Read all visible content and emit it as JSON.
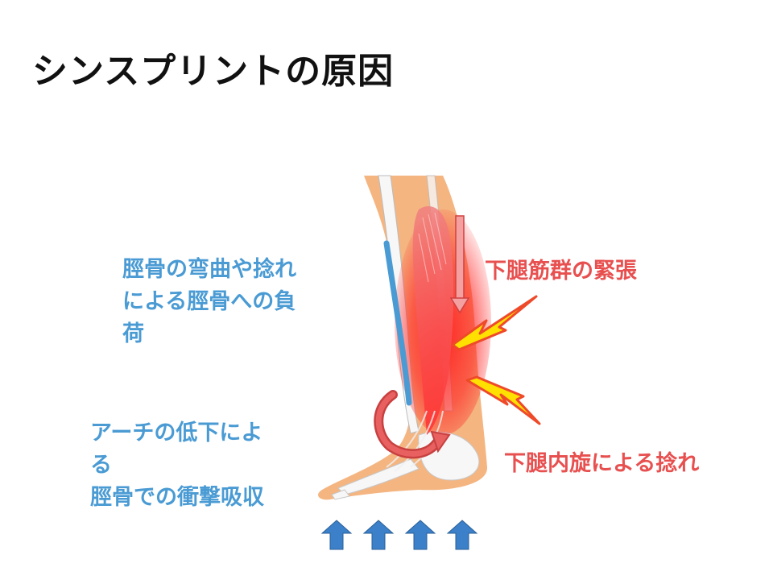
{
  "title": "シンスプリントの原因",
  "labels": {
    "tibia_bending": [
      "脛骨の弯曲や捻れ",
      "による脛骨への負",
      "荷"
    ],
    "arch_drop": [
      "アーチの低下によ",
      "る",
      "脛骨での衝撃吸収"
    ],
    "muscle_tension": [
      "下腿筋群の緊張"
    ],
    "leg_rotation": [
      "下腿内旋による捻れ"
    ]
  },
  "colors": {
    "blue": "#4a9bd4",
    "red": "#e85050",
    "skin": "#f4b581",
    "bone": "#f7f7f7",
    "muscle": "#ff2020",
    "lightning": "#ffe000",
    "arrow_blue": "#3b80c8"
  },
  "icons": [
    "lightning-bolt-icon",
    "up-arrow-icon",
    "curved-arrow-icon",
    "down-arrow-icon"
  ]
}
